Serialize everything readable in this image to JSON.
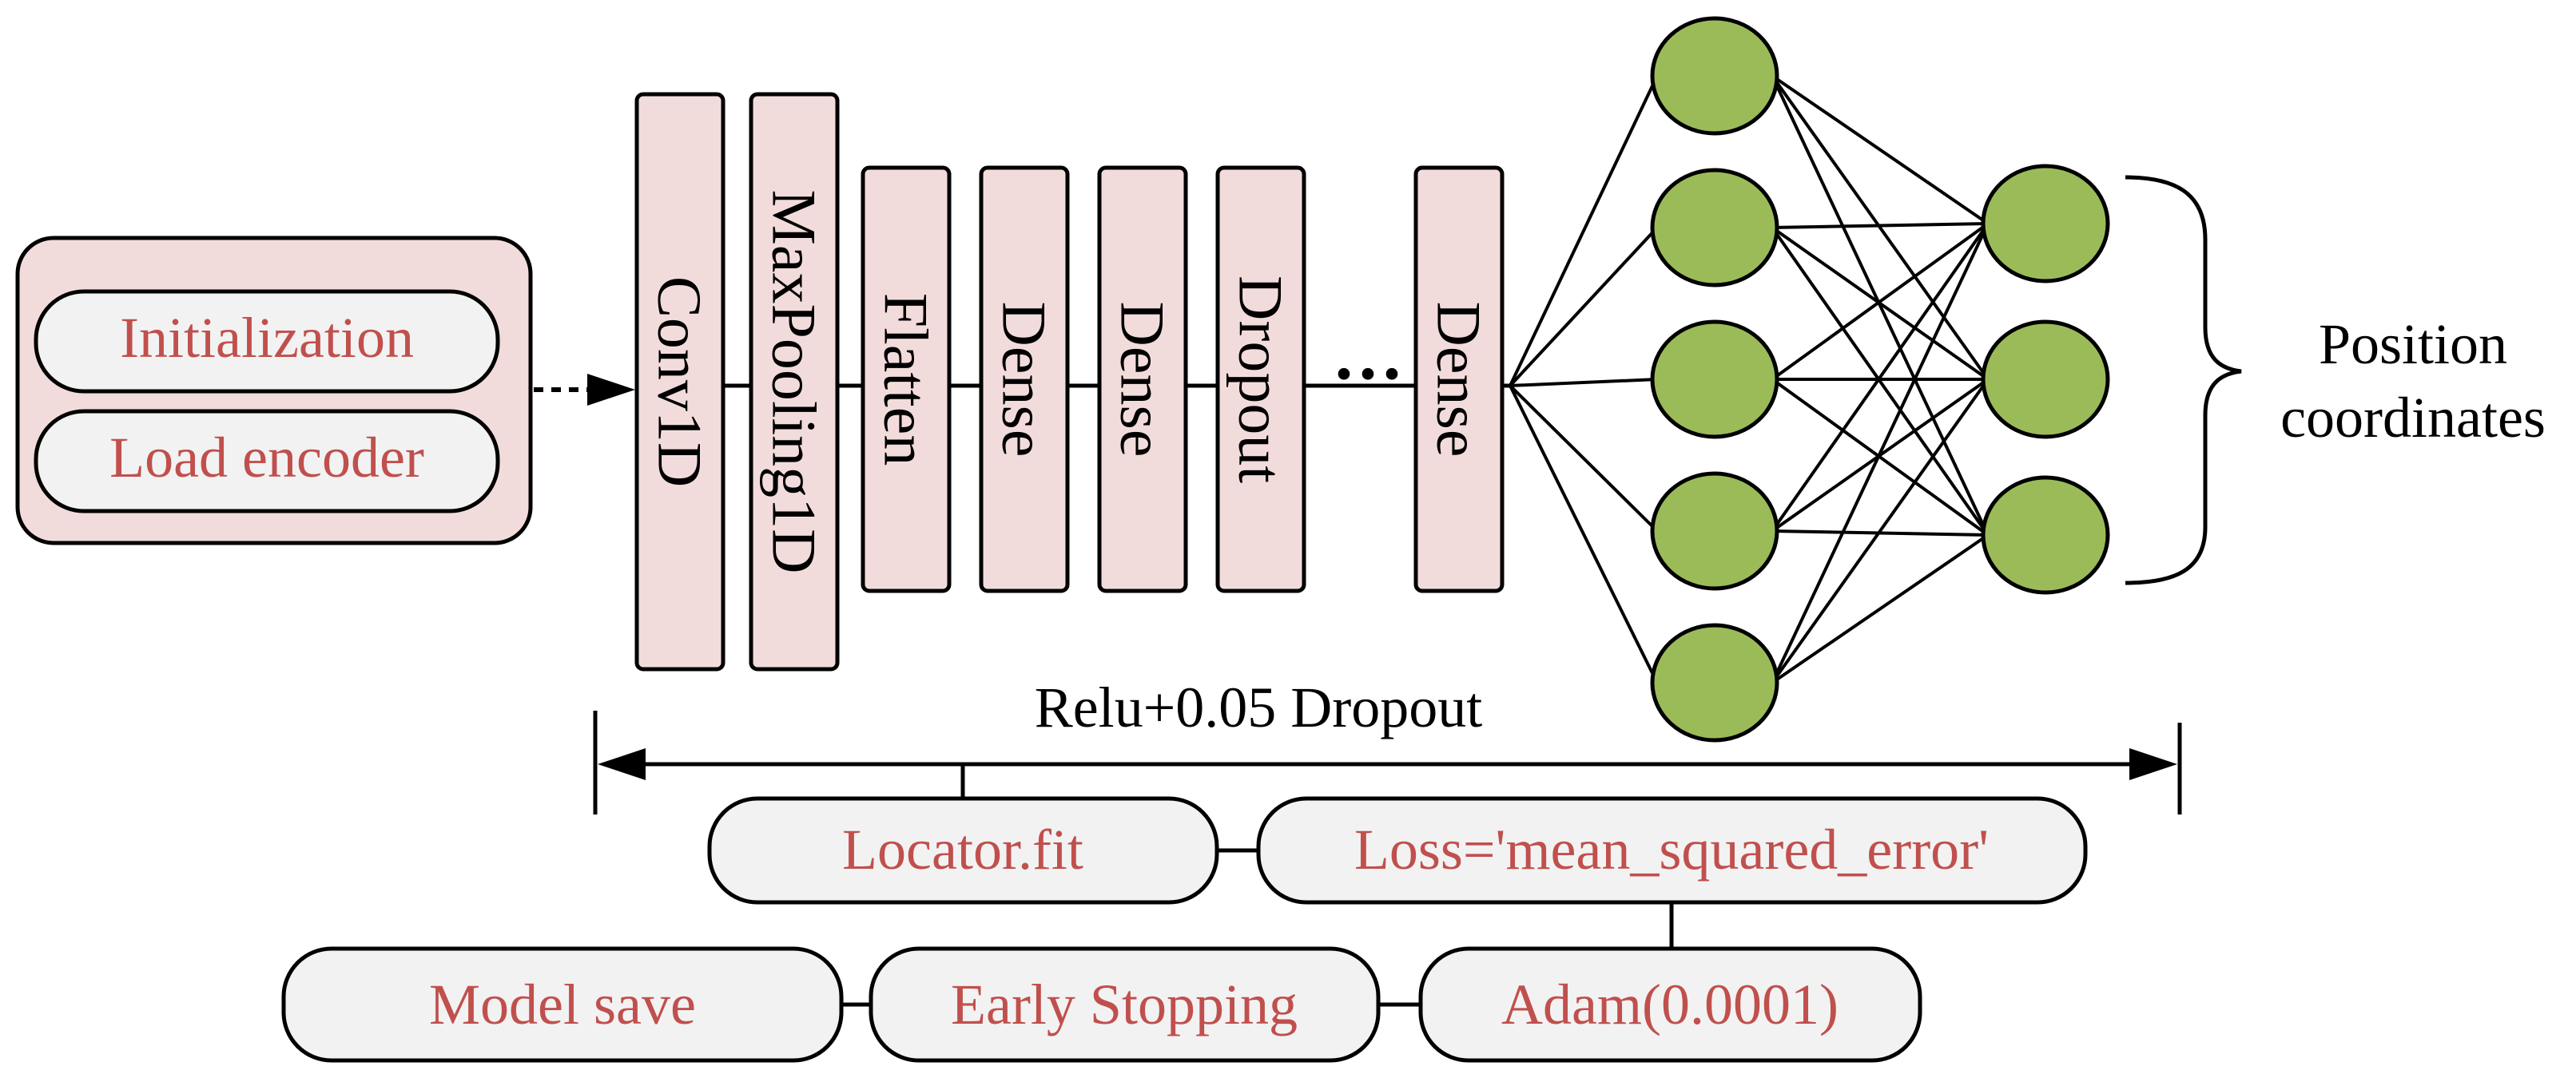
{
  "input_block": {
    "items": [
      "Initialization",
      "Load encoder"
    ]
  },
  "layers": [
    {
      "label": "Conv1D"
    },
    {
      "label": "MaxPooling1D"
    },
    {
      "label": "Flatten"
    },
    {
      "label": "Dense"
    },
    {
      "label": "Dense"
    },
    {
      "label": "Dropout"
    },
    {
      "label": "Dense"
    }
  ],
  "ellipsis": "···",
  "network": {
    "hidden_neurons": 5,
    "output_neurons": 3
  },
  "output_label": {
    "line1": "Position",
    "line2": "coordinates"
  },
  "span_label": "Relu+0.05 Dropout",
  "training": {
    "fit": "Locator.fit",
    "loss": "Loss='mean_squared_error'",
    "optimizer": "Adam(0.0001)",
    "early_stopping": "Early Stopping",
    "model_save": "Model save"
  },
  "colors": {
    "layer_fill": "#f2dcdb",
    "pill_fill": "#f2f2f2",
    "neuron_fill": "#9bbb59",
    "text_red": "#c0504d"
  }
}
